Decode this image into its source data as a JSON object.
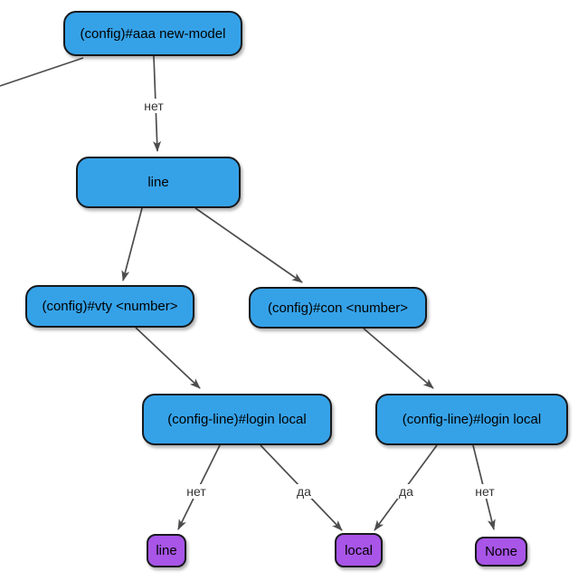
{
  "diagram": {
    "type": "flowchart",
    "language_of_edge_labels": "ru",
    "colors": {
      "command_node_fill": "#35a2e8",
      "command_node_border": "#17191c",
      "terminal_node_fill": "#a855e8",
      "terminal_node_border": "#17191c",
      "edge_stroke": "#4d4d4d",
      "background": "#ffffff"
    },
    "nodes": {
      "aaa_new_model": {
        "label": "(config)#aaa new-model"
      },
      "line_mode": {
        "label": "line"
      },
      "vty": {
        "label": "(config)#vty <number>"
      },
      "con": {
        "label": "(config)#con <number>"
      },
      "login_local_vty": {
        "label": "(config-line)#login local"
      },
      "login_local_con": {
        "label": "(config-line)#login local"
      },
      "terminal_line": {
        "label": "line"
      },
      "terminal_local": {
        "label": "local"
      },
      "terminal_none": {
        "label": "None"
      }
    },
    "edge_labels": {
      "aaa_to_line": "нет",
      "login_vty_no": "нет",
      "login_vty_yes": "да",
      "login_con_yes": "да",
      "login_con_no": "нет"
    }
  }
}
